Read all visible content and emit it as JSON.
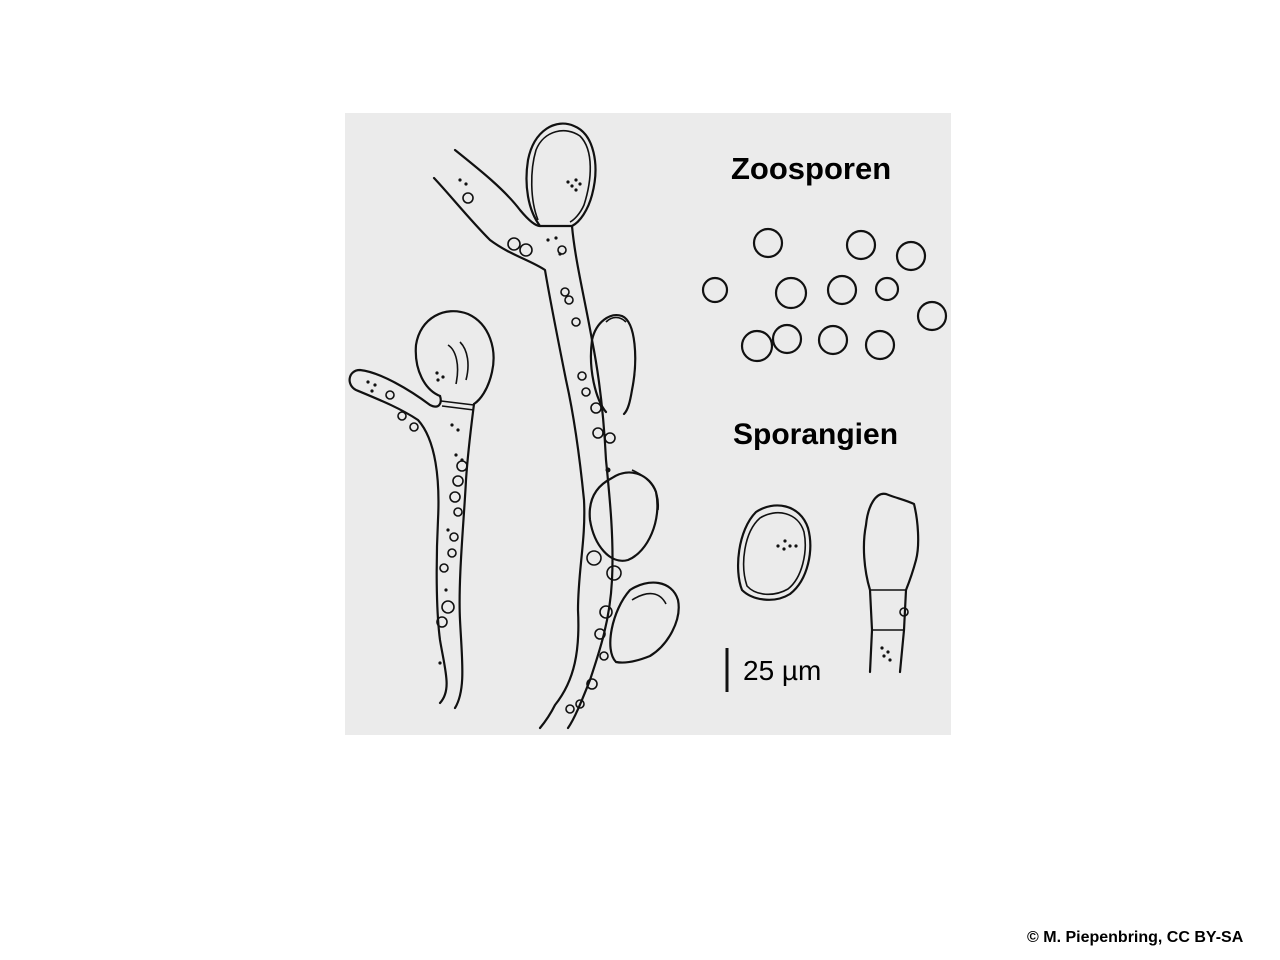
{
  "labels": {
    "zoosporen": "Zoosporen",
    "sporangien": "Sporangien",
    "scale": "25 µm"
  },
  "credit": "© M. Piepenbring, CC BY-SA",
  "colors": {
    "panel": "#ebebeb",
    "ink": "#111111",
    "background": "#ffffff"
  }
}
